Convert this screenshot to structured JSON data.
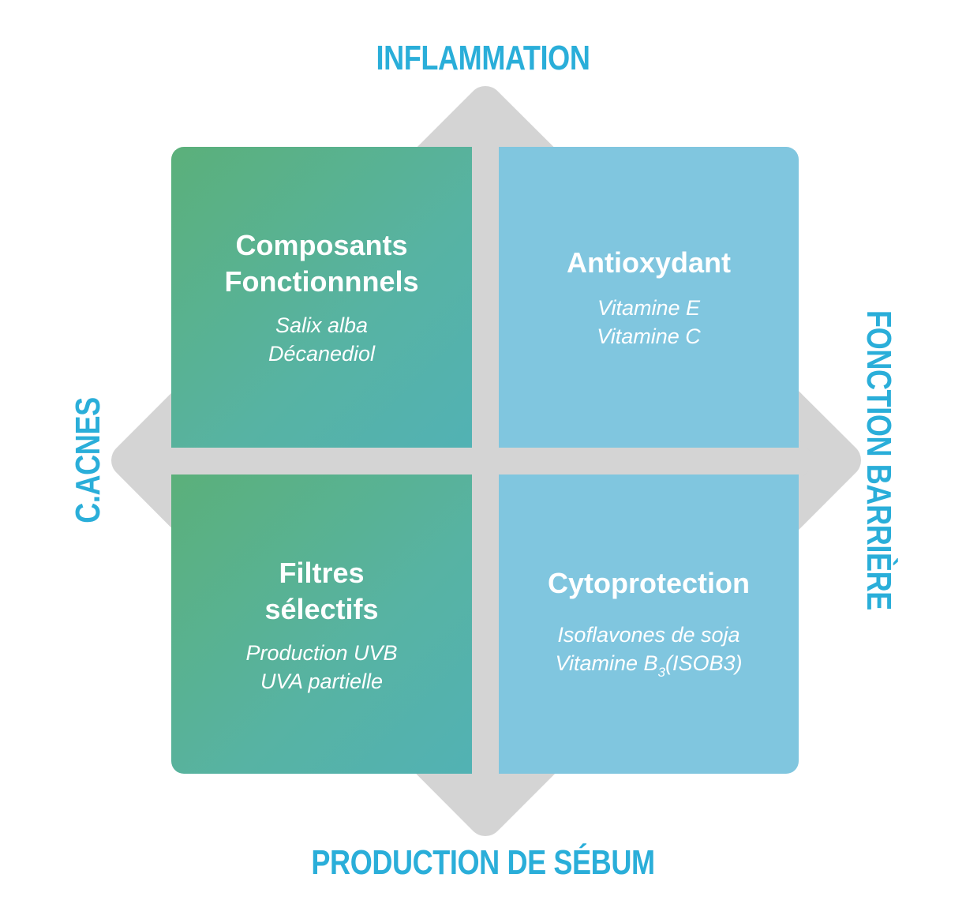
{
  "colors": {
    "axis_text": "#2aaed9",
    "diamond": "#d4d4d4",
    "green_start": "#5bb07a",
    "green_end": "#52b2b4",
    "blue": "#80c6df",
    "quad_text": "#ffffff"
  },
  "axes": {
    "top": "INFLAMMATION",
    "bottom": "PRODUCTION DE SÉBUM",
    "left": "C.ACNES",
    "right": "FONCTION BARRIÈRE"
  },
  "quadrants": {
    "top_left": {
      "title_line1": "Composants",
      "title_line2": "Fonctionnnels",
      "item1": "Salix alba",
      "item2": "Décanediol"
    },
    "top_right": {
      "title": "Antioxydant",
      "item1": "Vitamine E",
      "item2": "Vitamine C"
    },
    "bottom_left": {
      "title_line1": "Filtres",
      "title_line2": "sélectifs",
      "item1": "Production UVB",
      "item2": "UVA partielle"
    },
    "bottom_right": {
      "title": "Cytoprotection",
      "item1": "Isoflavones de soja",
      "item2_prefix": "Vitamine B",
      "item2_subscript": "3",
      "item2_suffix": "(ISOB3)"
    }
  }
}
